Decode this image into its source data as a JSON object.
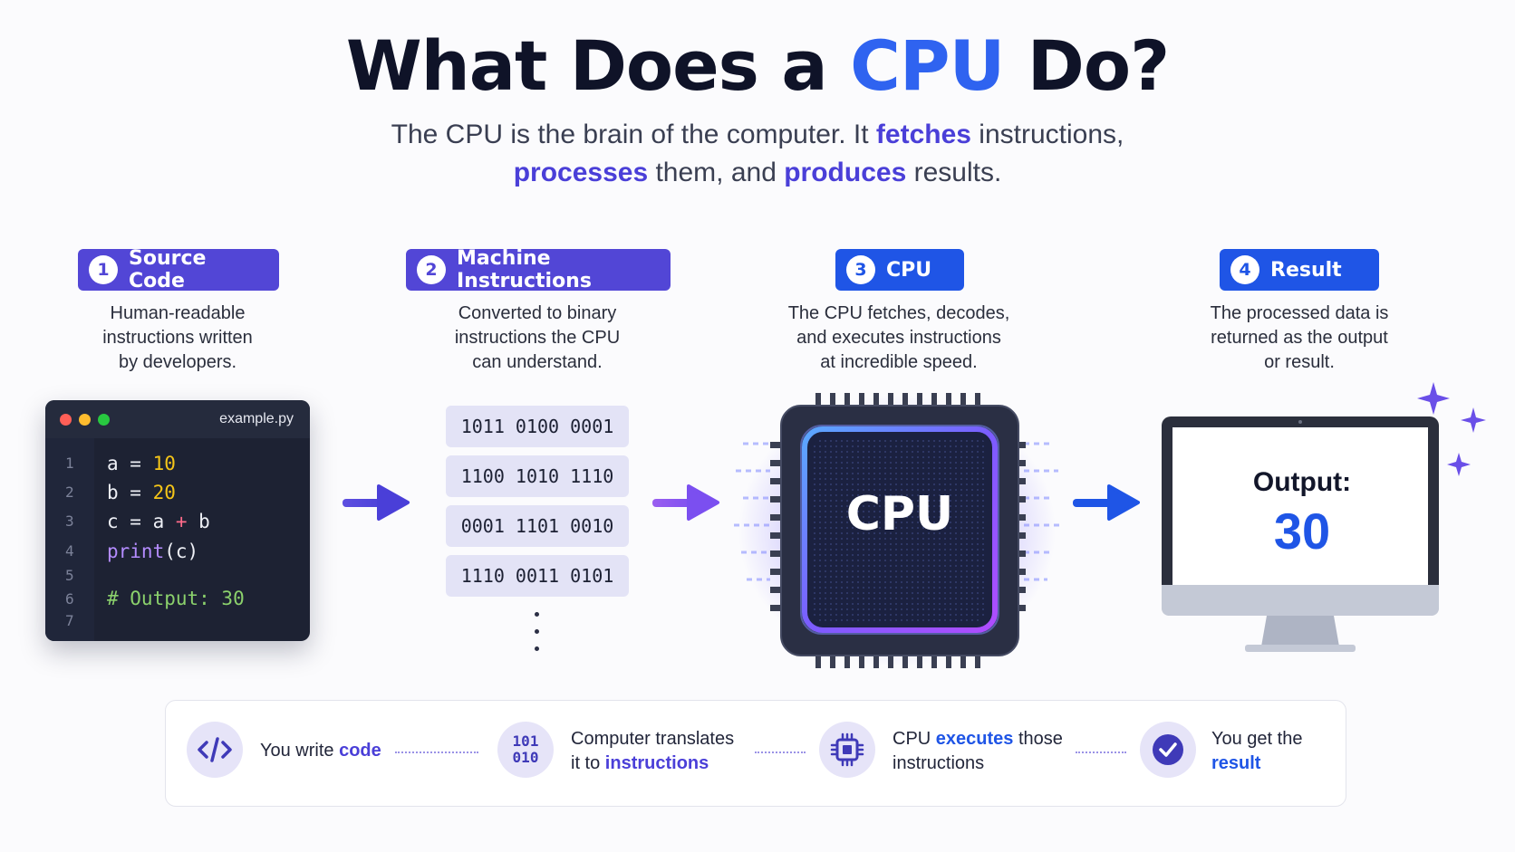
{
  "header": {
    "title_pre": "What Does a ",
    "title_accent": "CPU",
    "title_post": " Do?",
    "subtitle_1": "The CPU is the brain of the computer. It ",
    "subtitle_fetches": "fetches",
    "subtitle_2": " instructions,",
    "subtitle_processes": "processes",
    "subtitle_3": " them, and ",
    "subtitle_produces": "produces",
    "subtitle_4": " results."
  },
  "steps": [
    {
      "num": "1",
      "label": "Source Code",
      "desc": [
        "Human-readable",
        "instructions written",
        "by developers."
      ]
    },
    {
      "num": "2",
      "label": "Machine Instructions",
      "desc": [
        "Converted to binary",
        "instructions the CPU",
        "can understand."
      ]
    },
    {
      "num": "3",
      "label": "CPU",
      "desc": [
        "The CPU fetches, decodes,",
        "and executes instructions",
        "at incredible speed."
      ]
    },
    {
      "num": "4",
      "label": "Result",
      "desc": [
        "The processed data is",
        "returned as the output",
        "or result."
      ]
    }
  ],
  "code": {
    "filename": "example.py",
    "line_numbers": [
      "1",
      "2",
      "3",
      "4",
      "5",
      "6",
      "7"
    ],
    "lines": {
      "l1_var": "a = ",
      "l1_val": "10",
      "l2_var": "b = ",
      "l2_val": "20",
      "l3_a": "c = a ",
      "l3_op": "+",
      "l3_b": " b",
      "l4_fn": "print",
      "l4_arg": "(c)",
      "l6_comment": "# Output: 30"
    }
  },
  "binary": [
    "1011 0100 0001",
    "1100 1010 1110",
    "0001 1101 0010",
    "1110 0011 0101"
  ],
  "cpu_chip_label": "CPU",
  "output": {
    "label": "Output:",
    "value": "30"
  },
  "summary": [
    {
      "icon": "code-icon",
      "text_pre": "You write ",
      "text_hl": "code",
      "text_post": ""
    },
    {
      "icon": "binary-icon",
      "icon_text_1": "101",
      "icon_text_2": "010",
      "line1": "Computer translates",
      "line2_pre": "it to ",
      "line2_hl": "instructions"
    },
    {
      "icon": "chip-icon",
      "line1_pre": "CPU ",
      "line1_hl": "executes",
      "line1_post": " those",
      "line2": "instructions"
    },
    {
      "icon": "check-circle-icon",
      "line1": "You get the",
      "line2_hl": "result"
    }
  ],
  "colors": {
    "accent_blue": "#1f55e6",
    "accent_purple": "#5246d6",
    "title_cpu": "#2f63f0"
  }
}
